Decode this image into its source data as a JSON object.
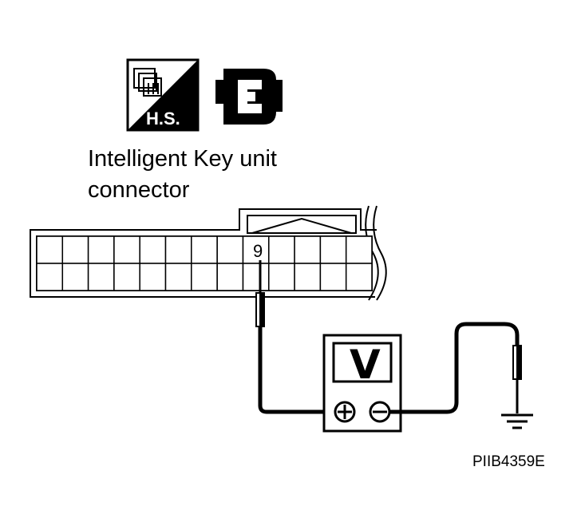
{
  "caption": {
    "line1": "Intelligent Key unit",
    "line2": "connector"
  },
  "hs_badge": {
    "text": "H.S.",
    "icon": "harness-side-connector-icon"
  },
  "connector_icon": "connector-plug-icon",
  "pin_label": "9",
  "meter": {
    "display": "V",
    "plus_terminal": "positive-terminal-icon",
    "minus_terminal": "negative-terminal-icon"
  },
  "ground_icon": "ground-symbol-icon",
  "figure_code": "PIIB4359E",
  "colors": {
    "ink": "#000000",
    "paper": "#ffffff"
  }
}
